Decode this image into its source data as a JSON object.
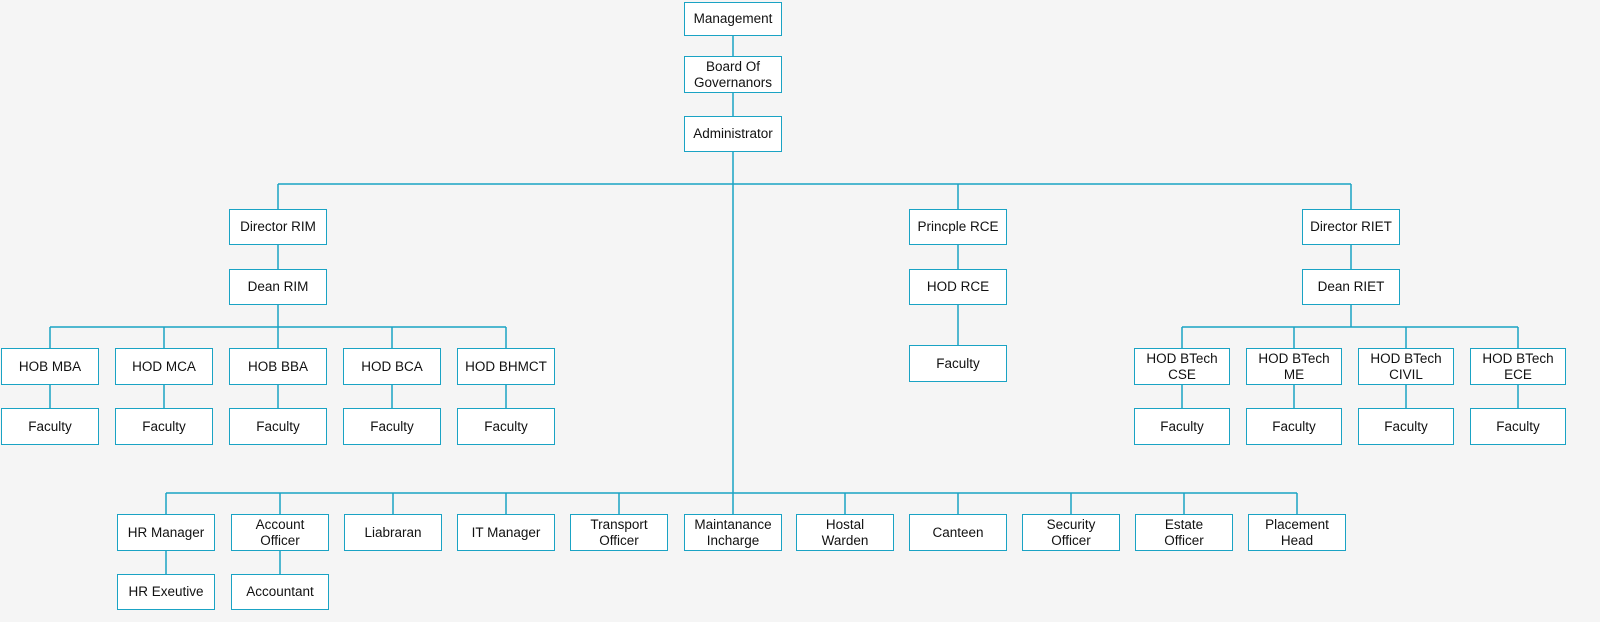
{
  "colors": {
    "background": "#f5f5f5",
    "box_fill": "#ffffff",
    "line": "#1aa3c4",
    "text": "#111111"
  },
  "nodes": {
    "management": "Management",
    "board": "Board Of\nGovernanors",
    "administrator": "Administrator",
    "director_rim": "Director RIM",
    "dean_rim": "Dean RIM",
    "hob_mba": "HOB MBA",
    "hod_mca": "HOD MCA",
    "hob_bba": "HOB BBA",
    "hod_bca": "HOD BCA",
    "hod_bhmct": "HOD BHMCT",
    "fac_mba": "Faculty",
    "fac_mca": "Faculty",
    "fac_bba": "Faculty",
    "fac_bca": "Faculty",
    "fac_bhmct": "Faculty",
    "principle_rce": "Princple RCE",
    "hod_rce": "HOD RCE",
    "fac_rce": "Faculty",
    "director_riet": "Director RIET",
    "dean_riet": "Dean RIET",
    "hod_cse": "HOD BTech\nCSE",
    "hod_me": "HOD BTech\nME",
    "hod_civil": "HOD BTech\nCIVIL",
    "hod_ece": "HOD BTech\nECE",
    "fac_cse": "Faculty",
    "fac_me": "Faculty",
    "fac_civil": "Faculty",
    "fac_ece": "Faculty",
    "hr_manager": "HR Manager",
    "account_officer": "Account\nOfficer",
    "liabraran": "Liabraran",
    "it_manager": "IT Manager",
    "transport_officer": "Transport\nOfficer",
    "maintanance_incharge": "Maintanance\nIncharge",
    "hostal_warden": "Hostal\nWarden",
    "canteen": "Canteen",
    "security_officer": "Security\nOfficer",
    "estate_officer": "Estate\nOfficer",
    "placement_head": "Placement\nHead",
    "hr_exeutive": "HR Exeutive",
    "accountant": "Accountant"
  }
}
